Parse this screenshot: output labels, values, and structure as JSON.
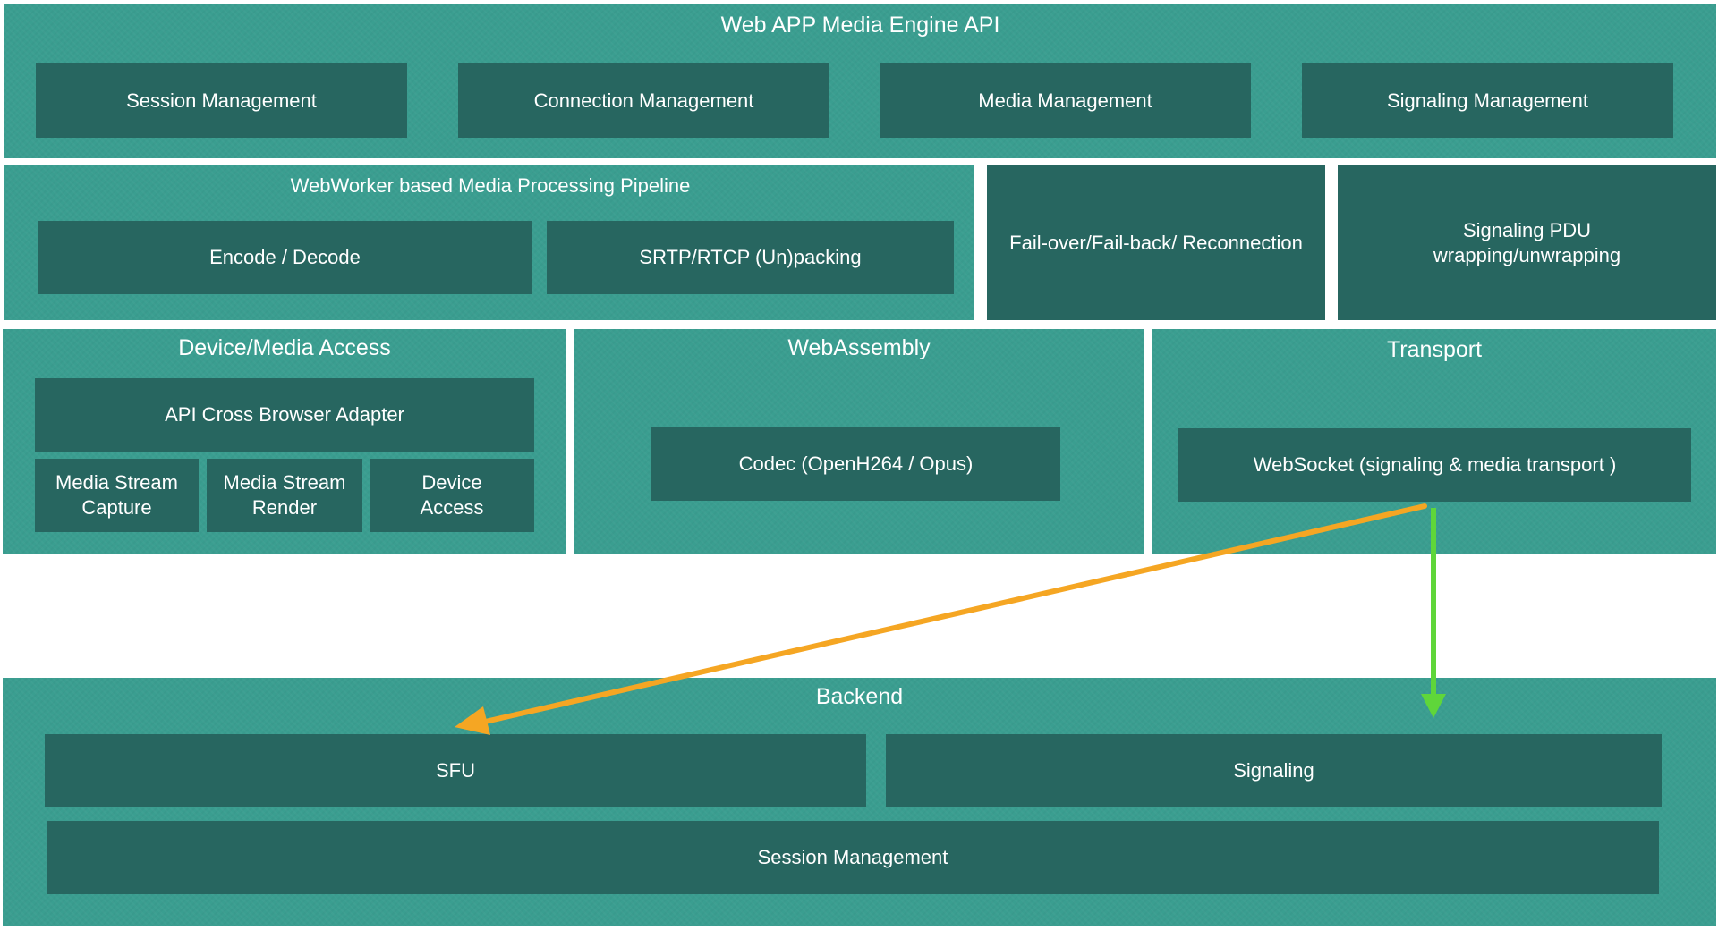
{
  "api_layer": {
    "title": "Web APP Media Engine API",
    "items": [
      "Session Management",
      "Connection Management",
      "Media Management",
      "Signaling Management"
    ]
  },
  "pipeline": {
    "title": "WebWorker based Media Processing Pipeline",
    "items": [
      "Encode / Decode",
      "SRTP/RTCP (Un)packing"
    ]
  },
  "failover": {
    "label": "Fail-over/Fail-back/ Reconnection"
  },
  "signaling_pdu": {
    "label": "Signaling PDU\nwrapping/unwrapping"
  },
  "device_access": {
    "title": "Device/Media Access",
    "adapter": "API Cross Browser Adapter",
    "items": [
      "Media Stream\nCapture",
      "Media Stream\nRender",
      "Device\nAccess"
    ]
  },
  "webassembly": {
    "title": "WebAssembly",
    "codec": "Codec (OpenH264 / Opus)"
  },
  "transport": {
    "title": "Transport",
    "websocket": "WebSocket (signaling & media transport )"
  },
  "backend": {
    "title": "Backend",
    "sfu": "SFU",
    "signaling": "Signaling",
    "session": "Session Management"
  },
  "colors": {
    "panel": "#3a9e90",
    "box": "#276660",
    "media_arrow": "#f5a623",
    "signaling_arrow": "#5fd63a"
  }
}
